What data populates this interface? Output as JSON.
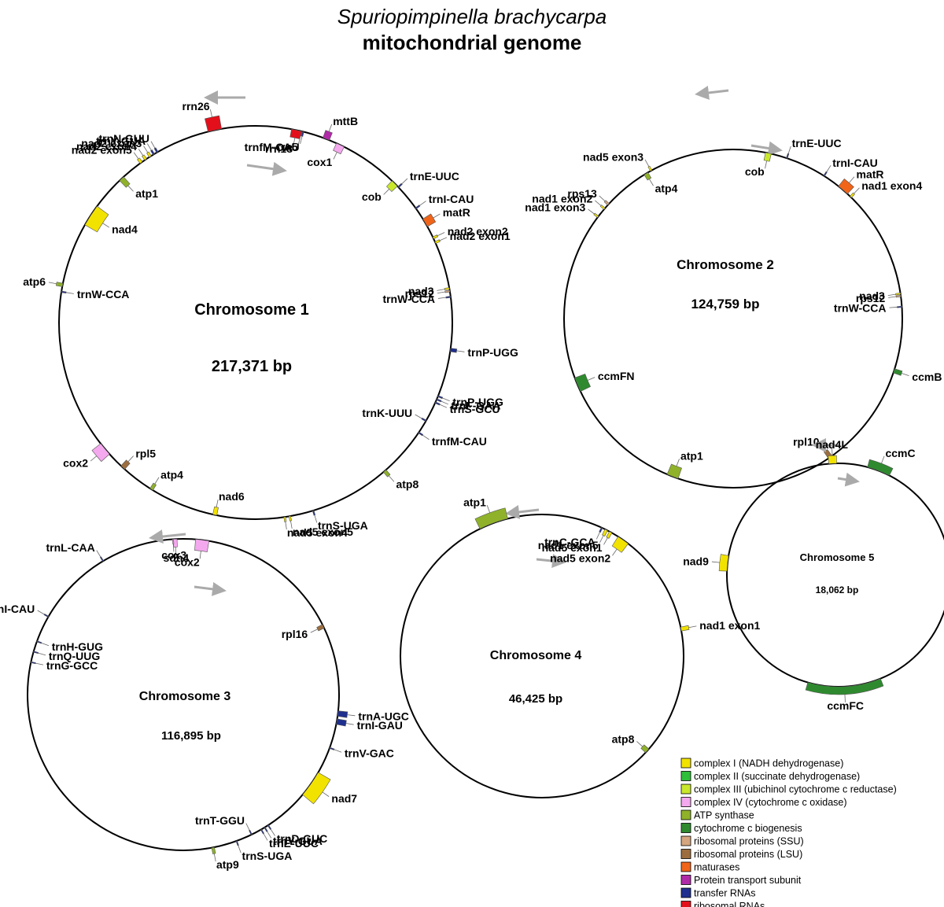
{
  "title": {
    "species": "Spuriopimpinella brachycarpa",
    "subtitle": "mitochondrial genome"
  },
  "category_colors": {
    "c1": "#f2e200",
    "c2": "#2fbf3a",
    "c3": "#c9e82c",
    "c4": "#f4a8ee",
    "atp": "#8fb22a",
    "ccm": "#2f8a2f",
    "ssu": "#d5a67f",
    "lsu": "#9c6e3f",
    "mat": "#f0651a",
    "tat": "#b02aa8",
    "trna": "#1f2f8f",
    "rrna": "#e3101b"
  },
  "legend": [
    {
      "cat": "c1",
      "label": "complex I (NADH dehydrogenase)"
    },
    {
      "cat": "c2",
      "label": "complex II (succinate dehydrogenase)"
    },
    {
      "cat": "c3",
      "label": "complex III (ubichinol cytochrome c reductase)"
    },
    {
      "cat": "c4",
      "label": "complex IV (cytochrome c oxidase)"
    },
    {
      "cat": "atp",
      "label": "ATP synthase"
    },
    {
      "cat": "ccm",
      "label": "cytochrome c biogenesis"
    },
    {
      "cat": "ssu",
      "label": "ribosomal proteins (SSU)"
    },
    {
      "cat": "lsu",
      "label": "ribosomal proteins (LSU)"
    },
    {
      "cat": "mat",
      "label": "maturases"
    },
    {
      "cat": "tat",
      "label": "Protein transport subunit"
    },
    {
      "cat": "trna",
      "label": "transfer RNAs"
    },
    {
      "cat": "rrna",
      "label": "ribosomal RNAs"
    }
  ],
  "chromosomes": [
    {
      "name": "Chromosome 1",
      "size": "217,371 bp",
      "genes": [
        {
          "label": "rrn26",
          "cat": "rrna",
          "angle": -12,
          "span": 4,
          "side": "out",
          "thick": 17
        },
        {
          "label": "trnN-GUU",
          "cat": "trna",
          "angle": -30,
          "span": 0.5,
          "side": "out",
          "thick": 6
        },
        {
          "label": "trnY-GUA",
          "cat": "trna",
          "angle": -31.2,
          "span": 0.5,
          "side": "out",
          "thick": 6
        },
        {
          "label": "nad2 exon3",
          "cat": "c1",
          "angle": -32.4,
          "span": 0.7,
          "side": "out",
          "thick": 6
        },
        {
          "label": "nad2 exon4",
          "cat": "c1",
          "angle": -34,
          "span": 0.7,
          "side": "out",
          "thick": 6
        },
        {
          "label": "nad2 exon5",
          "cat": "c1",
          "angle": -35.6,
          "span": 0.8,
          "side": "out",
          "thick": 6
        },
        {
          "label": "atp1",
          "cat": "atp",
          "angle": -43,
          "span": 1.6,
          "side": "in",
          "thick": 12
        },
        {
          "label": "nad4",
          "cat": "c1",
          "angle": -57,
          "span": 6.5,
          "side": "in",
          "thick": 18
        },
        {
          "label": "atp6",
          "cat": "atp",
          "angle": -79,
          "span": 1,
          "side": "out",
          "thick": 8
        },
        {
          "label": "trnW-CCA",
          "cat": "trna",
          "angle": -81,
          "span": 0.4,
          "side": "in",
          "thick": 6
        },
        {
          "label": "rrn18",
          "cat": "rrna",
          "angle": 12,
          "span": 3,
          "side": "in",
          "thick": 10
        },
        {
          "label": "rrn5",
          "cat": "rrna",
          "angle": 13.5,
          "span": 0.4,
          "side": "in",
          "thick": 6
        },
        {
          "label": "trnfM-CAU",
          "cat": "trna",
          "angle": 14,
          "span": 0.4,
          "side": "in",
          "thick": 6
        },
        {
          "label": "mttB",
          "cat": "tat",
          "angle": 21,
          "span": 2,
          "side": "out",
          "thick": 10
        },
        {
          "label": "cox1",
          "cat": "c4",
          "angle": 25.5,
          "span": 2.5,
          "side": "in",
          "thick": 10
        },
        {
          "label": "cob",
          "cat": "c3",
          "angle": 45,
          "span": 2.2,
          "side": "in",
          "thick": 10
        },
        {
          "label": "trnE-UUC",
          "cat": "trna",
          "angle": 46.5,
          "span": 0.4,
          "side": "out",
          "thick": 6
        },
        {
          "label": "trnI-CAU",
          "cat": "trna",
          "angle": 54.5,
          "span": 0.4,
          "side": "out",
          "thick": 6
        },
        {
          "label": "matR",
          "cat": "mat",
          "angle": 59.5,
          "span": 2.6,
          "side": "out",
          "thick": 12
        },
        {
          "label": "nad2 exon2",
          "cat": "c1",
          "angle": 64.5,
          "span": 0.6,
          "side": "out",
          "thick": 6
        },
        {
          "label": "nad2 exon1",
          "cat": "c1",
          "angle": 66,
          "span": 0.6,
          "side": "out",
          "thick": 6
        },
        {
          "label": "nad3",
          "cat": "c1",
          "angle": 80,
          "span": 0.5,
          "side": "in",
          "thick": 6
        },
        {
          "label": "rps12",
          "cat": "ssu",
          "angle": 80.8,
          "span": 0.5,
          "side": "in",
          "thick": 6
        },
        {
          "label": "trnW-CCA",
          "cat": "trna",
          "angle": 82.5,
          "span": 0.4,
          "side": "in",
          "thick": 6
        },
        {
          "label": "trnP-UGG",
          "cat": "trna",
          "angle": 98,
          "span": 1,
          "side": "out",
          "thick": 8
        },
        {
          "label": "trnP-UGG",
          "cat": "trna",
          "angle": 112,
          "span": 0.4,
          "side": "out",
          "thick": 6
        },
        {
          "label": "trnF-GAA",
          "cat": "trna",
          "angle": 113,
          "span": 0.4,
          "side": "out",
          "thick": 6
        },
        {
          "label": "trnS-GCU",
          "cat": "trna",
          "angle": 114,
          "span": 0.4,
          "side": "out",
          "thick": 6
        },
        {
          "label": "trnK-UUU",
          "cat": "trna",
          "angle": 120,
          "span": 0.4,
          "side": "in",
          "thick": 6
        },
        {
          "label": "trnfM-CAU",
          "cat": "trna",
          "angle": 124,
          "span": 0.4,
          "side": "out",
          "thick": 6
        },
        {
          "label": "atp8",
          "cat": "atp",
          "angle": 139,
          "span": 1,
          "side": "out",
          "thick": 8
        },
        {
          "label": "trnS-UGA",
          "cat": "trna",
          "angle": 163,
          "span": 0.4,
          "side": "out",
          "thick": 6
        },
        {
          "label": "nad5 exon5",
          "cat": "c1",
          "angle": 170,
          "span": 0.5,
          "side": "out",
          "thick": 6
        },
        {
          "label": "nad5 exon4",
          "cat": "c1",
          "angle": 171.5,
          "span": 0.5,
          "side": "out",
          "thick": 6
        },
        {
          "label": "nad6",
          "cat": "c1",
          "angle": 192,
          "span": 1.2,
          "side": "in",
          "thick": 10
        },
        {
          "label": "atp4",
          "cat": "atp",
          "angle": 212,
          "span": 1,
          "side": "in",
          "thick": 8
        },
        {
          "label": "rpl5",
          "cat": "lsu",
          "angle": 222.5,
          "span": 1.5,
          "side": "in",
          "thick": 10
        },
        {
          "label": "cox2",
          "cat": "c4",
          "angle": 230,
          "span": 4,
          "side": "out",
          "thick": 14
        }
      ]
    },
    {
      "name": "Chromosome 2",
      "size": "124,759 bp",
      "genes": [
        {
          "label": "cob",
          "cat": "c3",
          "angle": 12,
          "span": 2,
          "side": "in",
          "thick": 10
        },
        {
          "label": "trnE-UUC",
          "cat": "trna",
          "angle": 18.5,
          "span": 0.4,
          "side": "out",
          "thick": 6
        },
        {
          "label": "trnI-CAU",
          "cat": "trna",
          "angle": 32.5,
          "span": 0.4,
          "side": "out",
          "thick": 6
        },
        {
          "label": "matR",
          "cat": "mat",
          "angle": 40.5,
          "span": 4,
          "side": "out",
          "thick": 12
        },
        {
          "label": "nad1 exon4",
          "cat": "c1",
          "angle": 44,
          "span": 0.7,
          "side": "out",
          "thick": 6
        },
        {
          "label": "nad3",
          "cat": "c1",
          "angle": 81.5,
          "span": 0.5,
          "side": "in",
          "thick": 6
        },
        {
          "label": "rps12",
          "cat": "ssu",
          "angle": 82.3,
          "span": 0.5,
          "side": "in",
          "thick": 6
        },
        {
          "label": "trnW-CCA",
          "cat": "trna",
          "angle": 86,
          "span": 0.4,
          "side": "in",
          "thick": 6
        },
        {
          "label": "ccmB",
          "cat": "ccm",
          "angle": 108,
          "span": 1.5,
          "side": "out",
          "thick": 10
        },
        {
          "label": "rpl10",
          "cat": "lsu",
          "angle": 145,
          "span": 1.5,
          "side": "in",
          "thick": 10
        },
        {
          "label": "atp1",
          "cat": "atp",
          "angle": 201,
          "span": 4,
          "side": "in",
          "thick": 14
        },
        {
          "label": "ccmFN",
          "cat": "ccm",
          "angle": 247,
          "span": 5,
          "side": "in",
          "thick": 14
        },
        {
          "label": "nad1 exon3",
          "cat": "c1",
          "angle": -53,
          "span": 0.6,
          "side": "out",
          "thick": 6
        },
        {
          "label": "nad1 exon2",
          "cat": "c1",
          "angle": -49.5,
          "span": 0.6,
          "side": "out",
          "thick": 6
        },
        {
          "label": "rps13",
          "cat": "ssu",
          "angle": -47.5,
          "span": 0.7,
          "side": "out",
          "thick": 6
        },
        {
          "label": "atp4",
          "cat": "atp",
          "angle": -31,
          "span": 1.5,
          "side": "in",
          "thick": 8
        },
        {
          "label": "nad5 exon3",
          "cat": "c1",
          "angle": -29,
          "span": 0.6,
          "side": "out",
          "thick": 6
        }
      ]
    },
    {
      "name": "Chromosome 3",
      "size": "116,895 bp",
      "genes": [
        {
          "label": "sdh4",
          "cat": "c4",
          "angle": -3,
          "span": 1.4,
          "side": "in",
          "thick": 10
        },
        {
          "label": "cox3",
          "cat": "c4",
          "angle": -3.8,
          "span": 0.4,
          "side": "in",
          "thick": 6
        },
        {
          "label": "cox2",
          "cat": "c4",
          "angle": 7,
          "span": 5,
          "side": "in",
          "thick": 14
        },
        {
          "label": "rpl16",
          "cat": "lsu",
          "angle": 64,
          "span": 1.5,
          "side": "in",
          "thick": 8
        },
        {
          "label": "trnA-UGC",
          "cat": "trna",
          "angle": 97,
          "span": 2,
          "side": "out",
          "thick": 12
        },
        {
          "label": "trnI-GAU",
          "cat": "trna",
          "angle": 100,
          "span": 2,
          "side": "out",
          "thick": 12
        },
        {
          "label": "trnV-GAC",
          "cat": "trna",
          "angle": 110,
          "span": 0.4,
          "side": "out",
          "thick": 6
        },
        {
          "label": "nad7",
          "cat": "c1",
          "angle": 125,
          "span": 10,
          "side": "out",
          "thick": 18
        },
        {
          "label": "trnD-GUC",
          "cat": "trna",
          "angle": 147,
          "span": 0.4,
          "side": "out",
          "thick": 6
        },
        {
          "label": "trnY-GUA",
          "cat": "trna",
          "angle": 148.5,
          "span": 0.4,
          "side": "out",
          "thick": 6
        },
        {
          "label": "trnE-UUC",
          "cat": "trna",
          "angle": 150,
          "span": 0.4,
          "side": "out",
          "thick": 6
        },
        {
          "label": "trnT-GGU",
          "cat": "trna",
          "angle": 154,
          "span": 0.4,
          "side": "in",
          "thick": 6
        },
        {
          "label": "trnS-UGA",
          "cat": "trna",
          "angle": 160,
          "span": 0.4,
          "side": "out",
          "thick": 6
        },
        {
          "label": "atp9",
          "cat": "atp",
          "angle": 169,
          "span": 1,
          "side": "out",
          "thick": 8
        },
        {
          "label": "trnG-GCC",
          "cat": "trna",
          "angle": -78,
          "span": 0.4,
          "side": "in",
          "thick": 6
        },
        {
          "label": "trnQ-UUG",
          "cat": "trna",
          "angle": -74,
          "span": 0.4,
          "side": "in",
          "thick": 6
        },
        {
          "label": "trnH-GUG",
          "cat": "trna",
          "angle": -70,
          "span": 0.4,
          "side": "in",
          "thick": 6
        },
        {
          "label": "trnI-CAU",
          "cat": "trna",
          "angle": -60,
          "span": 0.4,
          "side": "out",
          "thick": 6
        },
        {
          "label": "trnL-CAA",
          "cat": "trna",
          "angle": -31,
          "span": 0.4,
          "side": "out",
          "thick": 6
        }
      ]
    },
    {
      "name": "Chromosome 4",
      "size": "46,425 bp",
      "genes": [
        {
          "label": "atp1",
          "cat": "atp",
          "angle": -20,
          "span": 12,
          "side": "out",
          "thick": 14
        },
        {
          "label": "trnC-GCA",
          "cat": "trna",
          "angle": 25,
          "span": 0.6,
          "side": "in",
          "thick": 6
        },
        {
          "label": "nad1 exon5",
          "cat": "c1",
          "angle": 27,
          "span": 1.2,
          "side": "in",
          "thick": 8
        },
        {
          "label": "nad5 exon1",
          "cat": "c1",
          "angle": 29,
          "span": 1.2,
          "side": "in",
          "thick": 8
        },
        {
          "label": "nad5 exon2",
          "cat": "c1",
          "angle": 35,
          "span": 5,
          "side": "in",
          "thick": 14
        },
        {
          "label": "nad1 exon1",
          "cat": "c1",
          "angle": 79,
          "span": 1.6,
          "side": "out",
          "thick": 10
        },
        {
          "label": "atp8",
          "cat": "atp",
          "angle": 132,
          "span": 2,
          "side": "in",
          "thick": 8
        }
      ]
    },
    {
      "name": "Chromosome 5",
      "size": "18,062 bp",
      "genes": [
        {
          "label": "nad4L",
          "cat": "c1",
          "angle": -3,
          "span": 4,
          "side": "out",
          "thick": 10
        },
        {
          "label": "ccmC",
          "cat": "ccm",
          "angle": 21,
          "span": 12,
          "side": "out",
          "thick": 10
        },
        {
          "label": "ccmFC",
          "cat": "ccm",
          "angle": 177,
          "span": 38,
          "side": "out",
          "thick": 10
        },
        {
          "label": "nad9",
          "cat": "c1",
          "angle": 276,
          "span": 8,
          "side": "out",
          "thick": 10
        }
      ]
    }
  ]
}
